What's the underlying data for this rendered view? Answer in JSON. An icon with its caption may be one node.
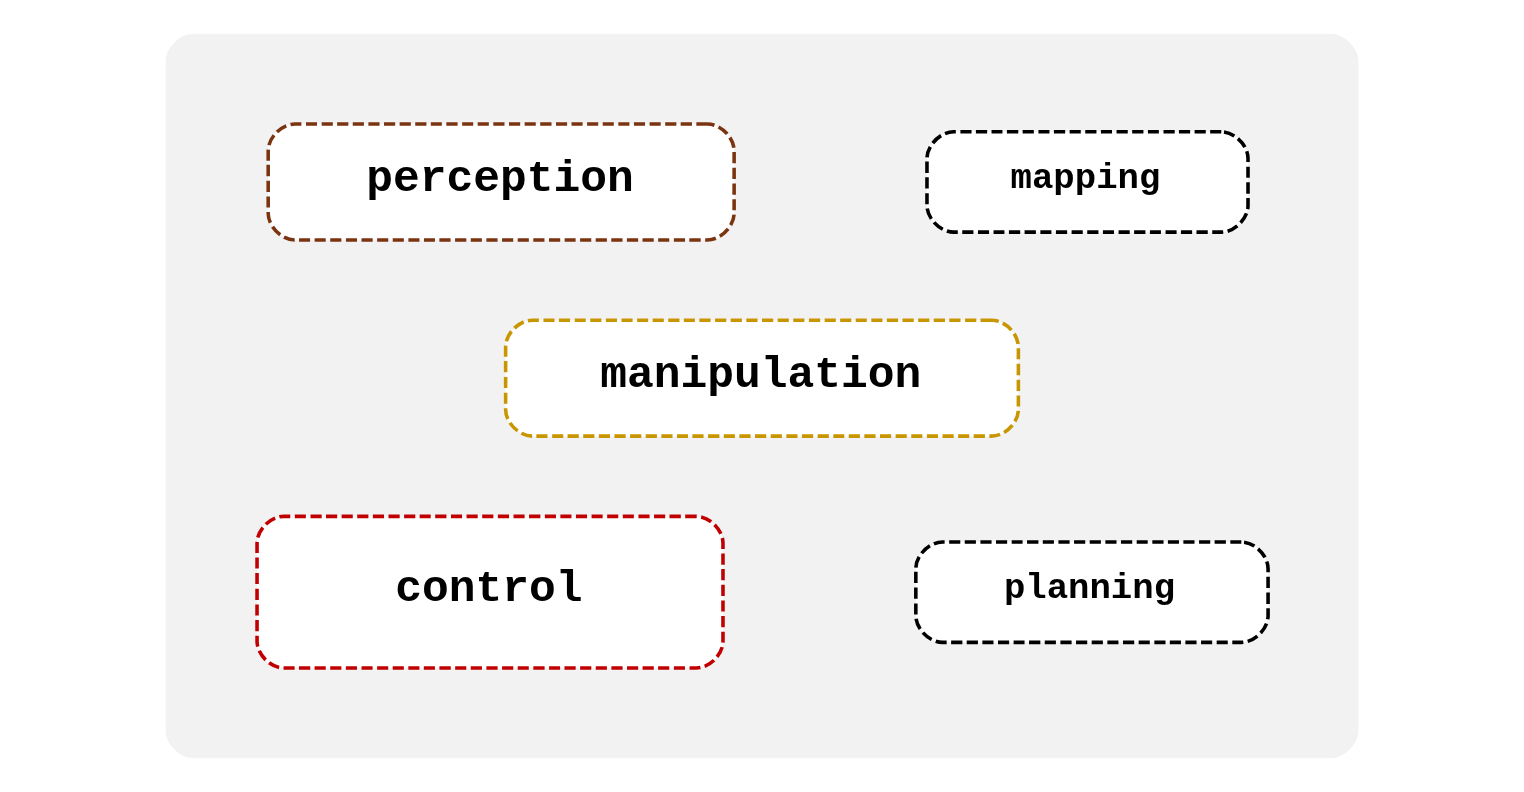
{
  "diagram": {
    "nodes": [
      {
        "text": [],
        "shape": "cloud"
      },
      {
        "text": [
          "mapping"
        ],
        "in": 0
      },
      {
        "text": [
          "perception"
        ],
        "in": 0
      },
      {
        "text": [
          "manipulation"
        ],
        "in": 0
      },
      {
        "text": [
          "control"
        ],
        "in": 0
      },
      {
        "text": [
          "planning"
        ],
        "in": 0
      }
    ],
    "edges": []
  }
}
